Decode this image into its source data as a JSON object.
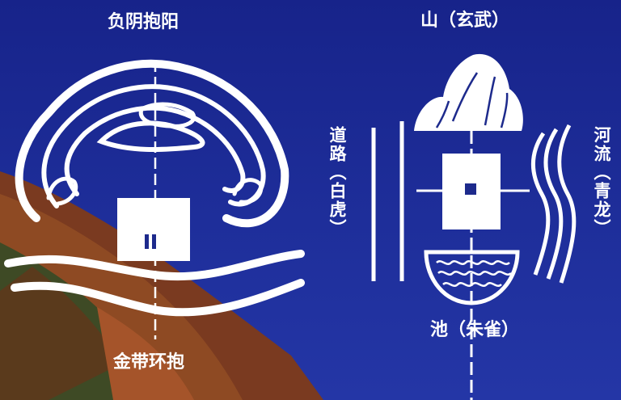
{
  "left_diagram": {
    "title_top": "负阴抱阳",
    "title_bottom": "金带环抱"
  },
  "right_diagram": {
    "mountain": "山（玄武）",
    "road": "道路（白虎）",
    "river": "河流（青龙）",
    "pond": "池（朱雀）"
  },
  "colors": {
    "sky": "#1d2a8c",
    "lines": "#ffffff"
  }
}
